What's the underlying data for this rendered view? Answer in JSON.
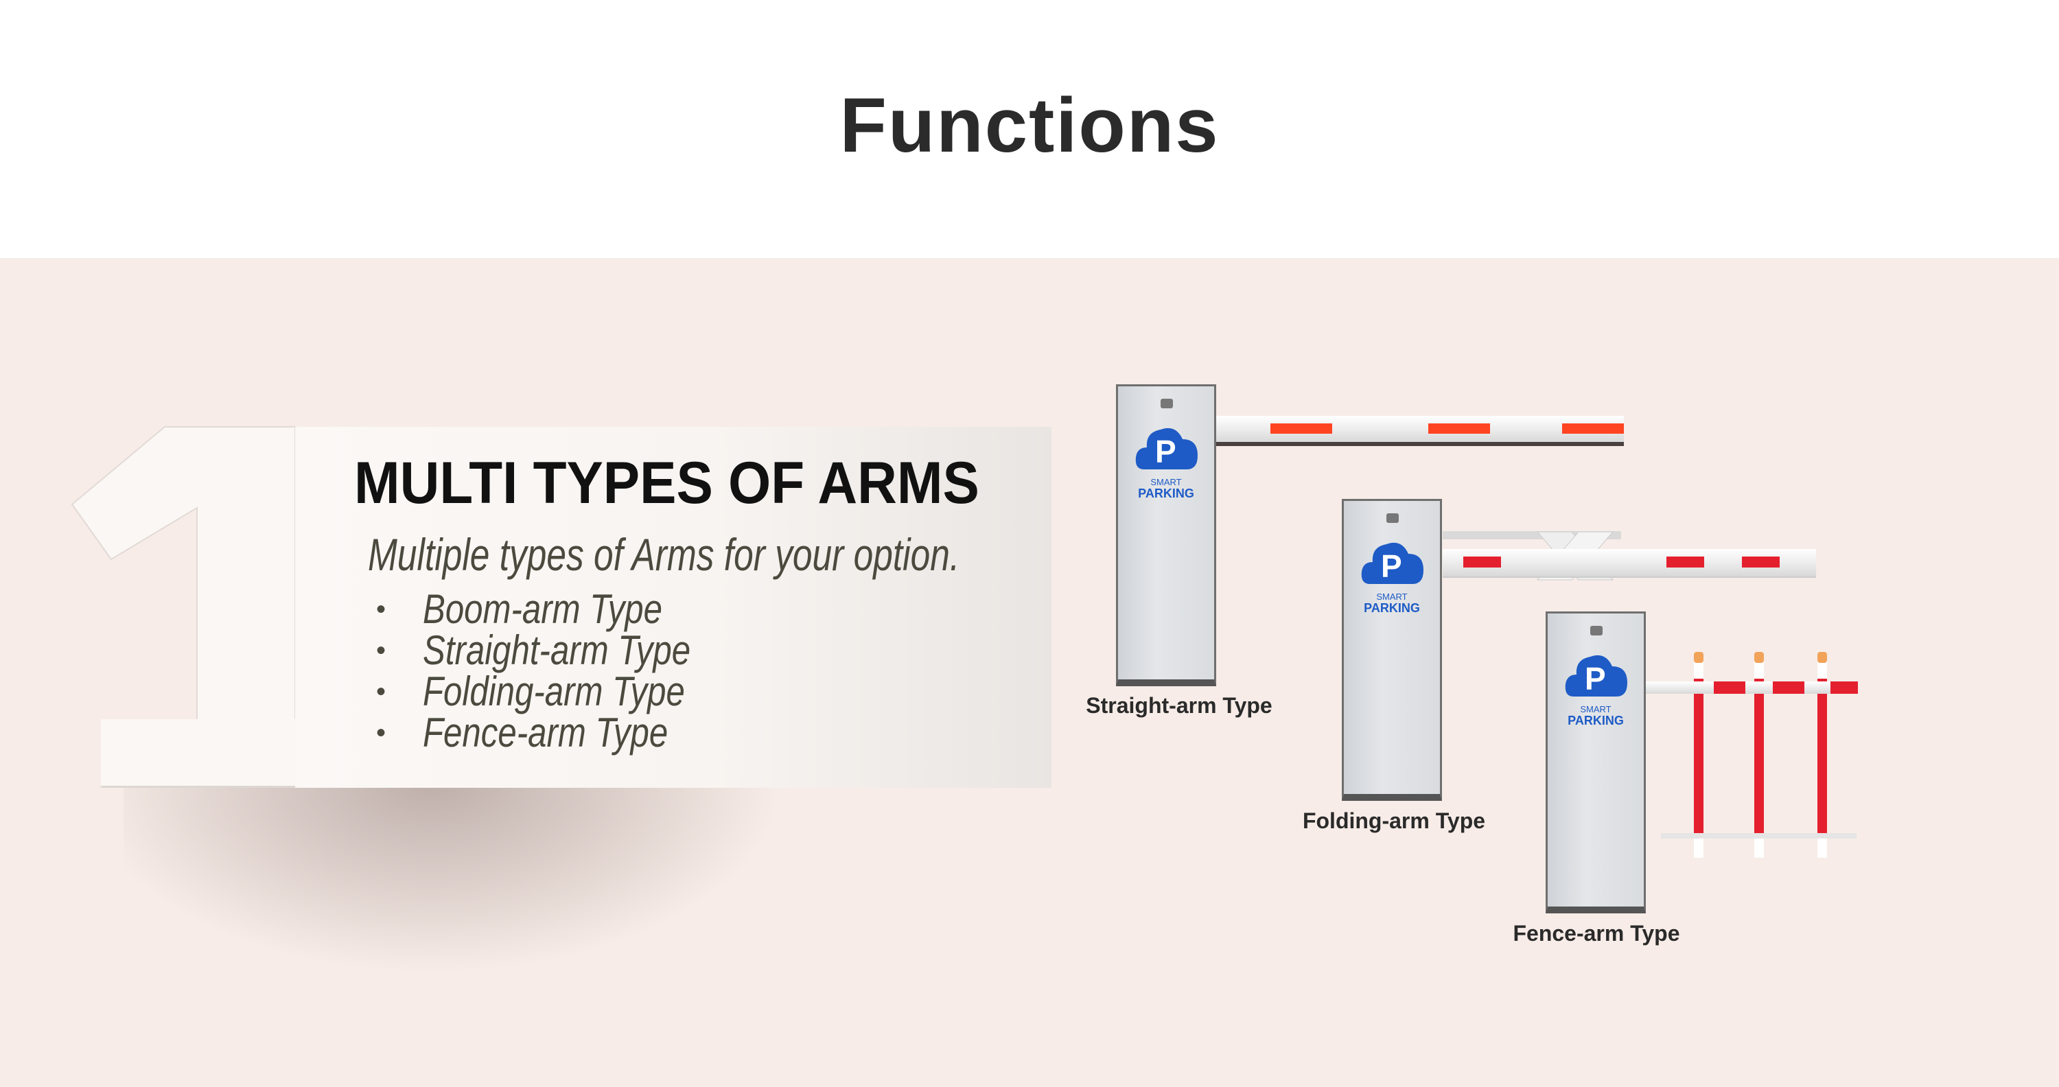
{
  "header": {
    "title": "Functions"
  },
  "feature": {
    "number": "1",
    "heading": "MULTI TYPES OF ARMS",
    "subtitle": "Multiple types of Arms for your option.",
    "items": [
      "Boom-arm Type",
      "Straight-arm Type",
      "Folding-arm Type",
      "Fence-arm Type"
    ]
  },
  "products": [
    {
      "label": "Straight-arm Type",
      "brand_top": "SMART",
      "brand_bottom": "PARKING"
    },
    {
      "label": "Folding-arm Type",
      "brand_top": "SMART",
      "brand_bottom": "PARKING"
    },
    {
      "label": "Fence-arm Type",
      "brand_top": "SMART",
      "brand_bottom": "PARKING"
    }
  ],
  "colors": {
    "background": "#f7ece7",
    "brand_blue": "#1e5bc6",
    "stripe_orange": "#ff4422",
    "stripe_red": "#e4202f"
  }
}
